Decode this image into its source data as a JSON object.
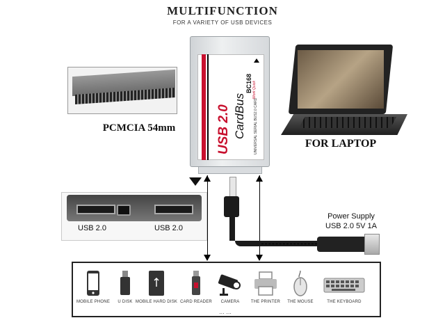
{
  "header": {
    "title": "MULTIFUNCTION",
    "subtitle": "FOR A VARIETY OF USB DEVICES"
  },
  "card": {
    "usb_label": "USB 2.0",
    "cardbus_label": "CardBus",
    "model": "BC168",
    "universal_text": "UNIVERSAL SERIAL BUS2.0 CARD",
    "quick_text": "Work Quick"
  },
  "pcmcia": {
    "label": "PCMCIA 54mm"
  },
  "laptop": {
    "label": "FOR LAPTOP"
  },
  "hub": {
    "port_left_label": "USB 2.0",
    "port_right_label": "USB 2.0"
  },
  "power": {
    "line1": "Power Supply",
    "line2": "USB 2.0 5V 1A"
  },
  "devices": {
    "items": [
      {
        "label": "MOBILE PHONE",
        "icon": "mobile-phone-icon"
      },
      {
        "label": "U DISK",
        "icon": "usb-disk-icon"
      },
      {
        "label": "MOBILE HARD DISK",
        "icon": "hard-disk-icon"
      },
      {
        "label": "CARD READER",
        "icon": "card-reader-icon"
      },
      {
        "label": "CAMERA",
        "icon": "camera-icon"
      },
      {
        "label": "THE PRINTER",
        "icon": "printer-icon"
      },
      {
        "label": "THE MOUSE",
        "icon": "mouse-icon"
      },
      {
        "label": "THE KEYBOARD",
        "icon": "keyboard-icon"
      }
    ],
    "ellipsis": "…   …"
  },
  "colors": {
    "accent_red": "#c8102e",
    "frame": "#222222"
  }
}
